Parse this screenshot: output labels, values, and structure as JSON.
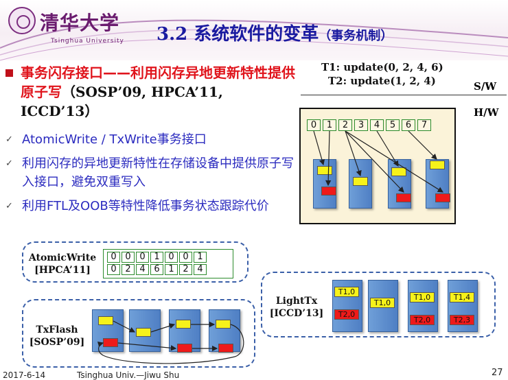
{
  "header": {
    "university_cn": "清华大学",
    "university_en": "Tsinghua University",
    "title": "3.2 系统软件的变革",
    "title_sub": "（事务机制）"
  },
  "bullets": {
    "main_red": "事务闪存接口——利用闪存异地更新特性提供原子写",
    "main_cite": "（SOSP’09, HPCA’11, ICCD’13）",
    "sub": [
      "AtomicWrite / TxWrite事务接口",
      "利用闪存的异地更新特性在存储设备中提供原子写入接口，避免双重写入",
      "利用FTL及OOB等特性降低事务状态跟踪代价"
    ],
    "tick_glyph": "✓"
  },
  "diagram_top": {
    "updates": [
      "T1: update(0, 2, 4, 6)",
      "T2: update(1, 2, 4)"
    ],
    "sw_label": "S/W",
    "hw_label": "H/W",
    "cells": [
      "0",
      "1",
      "2",
      "3",
      "4",
      "5",
      "6",
      "7"
    ]
  },
  "atomicwrite": {
    "label_line1": "AtomicWrite",
    "label_line2": "[HPCA’11]",
    "row1": [
      "0",
      "0",
      "0",
      "1",
      "0",
      "0",
      "1"
    ],
    "row2": [
      "0",
      "2",
      "4",
      "6",
      "1",
      "2",
      "4"
    ]
  },
  "lighttx": {
    "label_line1": "LightTx",
    "label_line2": "[ICCD’13]",
    "yellow_tags": [
      "T1,0",
      "T1,0",
      "T1,0",
      "T1,4"
    ],
    "red_tags": [
      "T2,0",
      "T2,0",
      "T2,3"
    ]
  },
  "txflash": {
    "label_line1": "TxFlash",
    "label_line2": "[SOSP’09]"
  },
  "footer": {
    "date": "2017-6-14",
    "author": "Tsinghua Univ.—Jiwu Shu",
    "page": "27"
  },
  "colors": {
    "title_blue": "#1a1aa0",
    "bullet_red": "#e0141c",
    "sub_blue": "#2b2bbf",
    "dashed_blue": "#3a5fa8",
    "cell_green": "#2a8a2a"
  }
}
